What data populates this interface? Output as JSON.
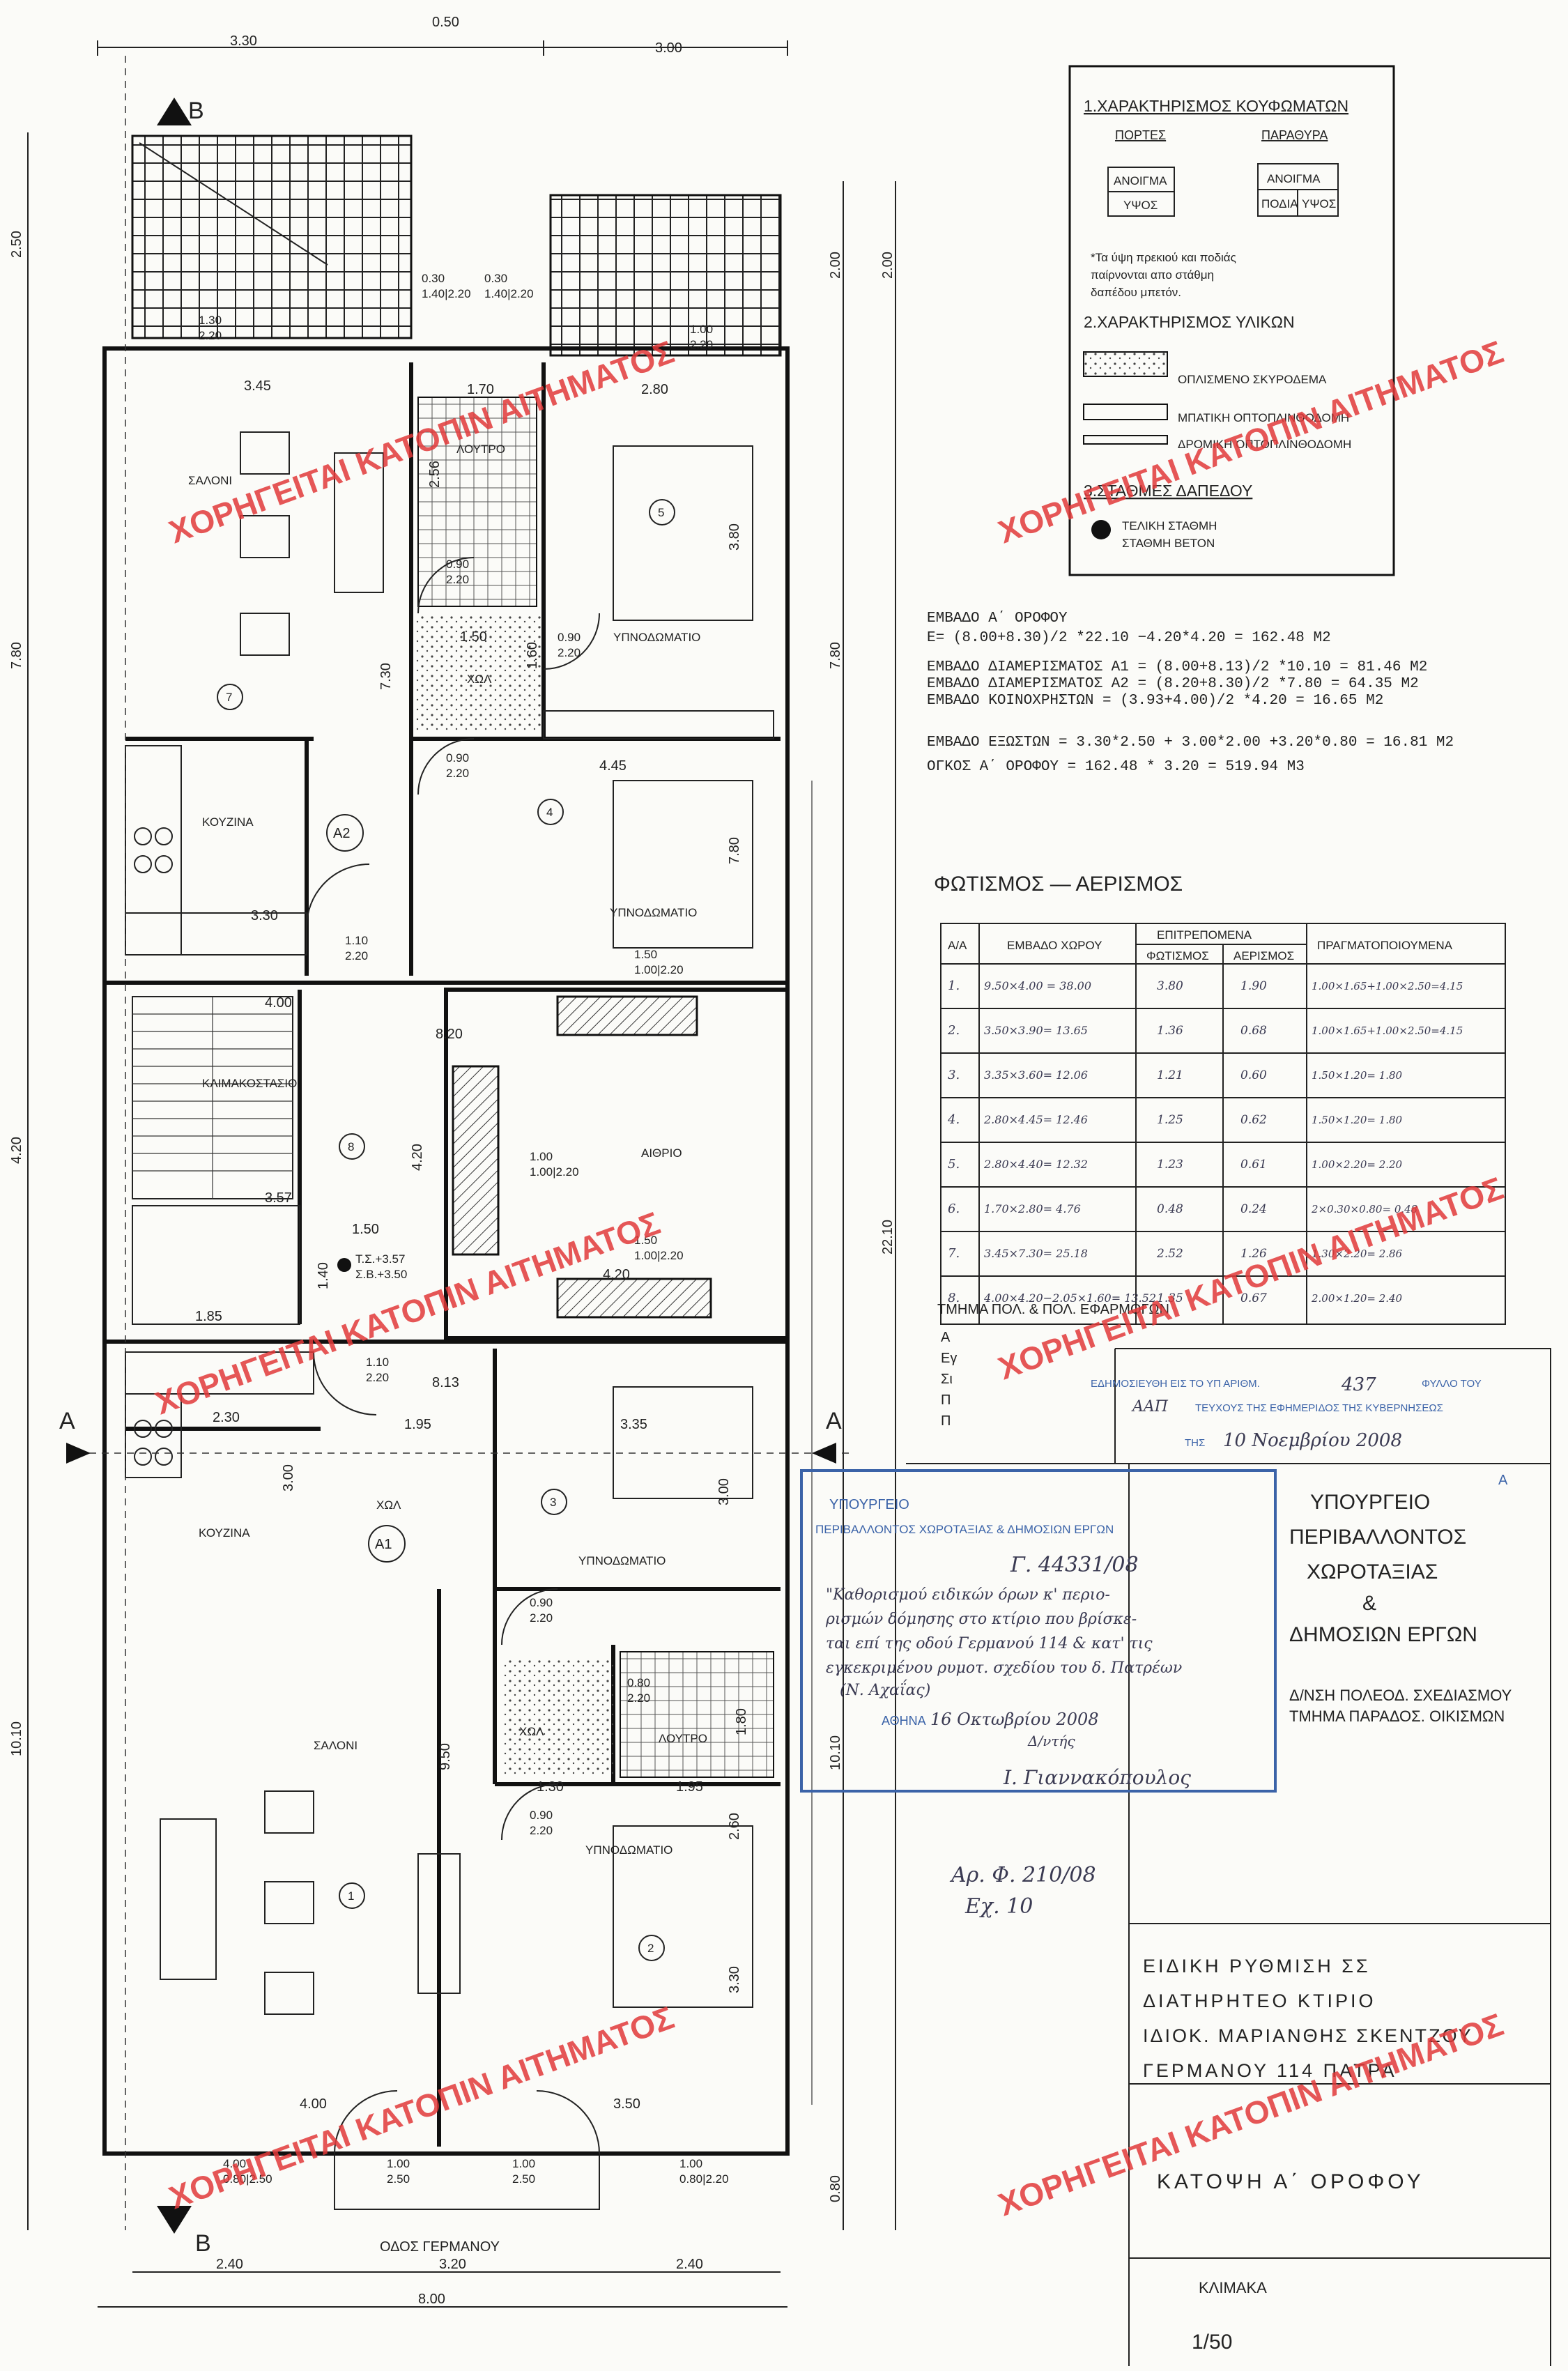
{
  "dims": {
    "top_left": "3.30",
    "top_right": "3.00",
    "top_tiny": "0.50",
    "left_250": "2.50",
    "left_780": "7.80",
    "left_420": "4.20",
    "left_1010": "10.10",
    "right_200a": "2.00",
    "right_200b": "2.00",
    "right_780": "7.80",
    "right_2210": "22.10",
    "right_1010": "10.10",
    "right_080": "0.80",
    "bottom_240a": "2.40",
    "bottom_320": "3.20",
    "bottom_240b": "2.40",
    "bottom_800": "8.00",
    "d345": "3.45",
    "d170": "1.70",
    "d280": "2.80",
    "d150a": "1.50",
    "d445": "4.45",
    "d330": "3.30",
    "d400a": "4.00",
    "d820": "8.20",
    "d357": "3.57",
    "d150b": "1.50",
    "d420": "4.20",
    "d185": "1.85",
    "d813": "8.13",
    "d230": "2.30",
    "d195a": "1.95",
    "d335": "3.35",
    "d130": "1.30",
    "d195b": "1.95",
    "d400b": "4.00",
    "d350": "3.50",
    "v256": "2.56",
    "v380": "3.80",
    "v730": "7.30",
    "v160": "1.60",
    "v780": "7.80",
    "v420": "4.20",
    "v140": "1.40",
    "v300a": "3.00",
    "v300b": "3.00",
    "v950": "9.50",
    "v180": "1.80",
    "v330": "3.30",
    "v260": "2.60"
  },
  "rooms": {
    "saloni_top": "ΣΑΛΟΝΙ",
    "loutro_top": "ΛΟΥΤΡΟ",
    "ypnod_5": "ΥΠΝΟΔΩΜΑΤΙΟ",
    "xol_top": "ΧΩΛ",
    "kouzina_top": "ΚΟΥΖΙΝΑ",
    "ypnod_4": "ΥΠΝΟΔΩΜΑΤΙΟ",
    "klimakostasio": "ΚΛΙΜΑΚΟΣΤΑΣΙΟ",
    "aithrio": "ΑΙΘΡΙΟ",
    "kouzina_bot": "ΚΟΥΖΙΝΑ",
    "xol_bot": "ΧΩΛ",
    "ypnod_3": "ΥΠΝΟΔΩΜΑΤΙΟ",
    "xol_mid": "ΧΩΛ",
    "loutro_bot": "ΛΟΥΤΡΟ",
    "saloni_bot": "ΣΑΛΟΝΙ",
    "ypnod_2": "ΥΠΝΟΔΩΜΑΤΙΟ",
    "n7": "7",
    "n5": "5",
    "n4": "4",
    "n8": "8",
    "n3": "3",
    "n1": "1",
    "n2": "2",
    "a1": "A1",
    "a2": "A2"
  },
  "openings": {
    "w_130_220": [
      "1.30",
      "2.20"
    ],
    "w_100_220": [
      "1.00",
      "2.20"
    ],
    "w_030_140": [
      "0.30",
      "1.40|2.20"
    ],
    "w_030_140b": [
      "0.30",
      "1.40|2.20"
    ],
    "d_090_220a": [
      "0.90",
      "2.20"
    ],
    "d_090_220b": [
      "0.90",
      "2.20"
    ],
    "d_090_220c": [
      "0.90",
      "2.20"
    ],
    "d_110_220a": [
      "1.10",
      "2.20"
    ],
    "w_150_100": [
      "1.50",
      "1.00|2.20"
    ],
    "w_100_220c": [
      "1.00",
      "1.00|2.20"
    ],
    "w_150_100b": [
      "1.50",
      "1.00|2.20"
    ],
    "d_110_220b": [
      "1.10",
      "2.20"
    ],
    "d_090_220d": [
      "0.90",
      "2.20"
    ],
    "d_080_220": [
      "0.80",
      "2.20"
    ],
    "d_090_220e": [
      "0.90",
      "2.20"
    ],
    "w_100_250a": [
      "1.00",
      "2.50"
    ],
    "w_100_250b": [
      "1.00",
      "2.50"
    ],
    "w_100_080": [
      "1.00",
      "0.80|2.20"
    ],
    "w_400_080": [
      "4.00",
      "0.80|2.50"
    ]
  },
  "levels": {
    "top": "T.Σ.+3.57",
    "bottom": "Σ.Β.+3.50"
  },
  "section_marks": {
    "b": "B",
    "a": "A"
  },
  "street": "ΟΔΟΣ ΓΕΡΜΑΝΟΥ",
  "legend": {
    "h1": "1.ΧΑΡΑΚΤΗΡΙΣΜΟΣ ΚΟΥΦΩΜΑΤΩΝ",
    "portes": "ΠΟΡΤΕΣ",
    "parathyra": "ΠΑΡΑΘΥΡΑ",
    "door_top": "ΑΝΟΙΓΜΑ",
    "door_bot": "ΥΨΟΣ",
    "win_top": "ΑΝΟΙΓΜΑ",
    "win_bl": "ΠΟΔΙΑ",
    "win_br": "ΥΨΟΣ",
    "note_1": "*Τα ύψη πρεκιού και ποδιάς",
    "note_2": "παίρνονται απο στάθμη",
    "note_3": "δαπέδου μπετόν.",
    "h2": "2.ΧΑΡΑΚΤΗΡΙΣΜΟΣ ΥΛΙΚΩΝ",
    "m1": "ΟΠΛΙΣΜΕΝΟ ΣΚΥΡΟΔΕΜΑ",
    "m2": "ΜΠΑΤΙΚΗ ΟΠΤΟΠΛΙΝΘΟΔΟΜΗ",
    "m3": "ΔΡΟΜΙΚΗ ΟΠΤΟΠΛΙΝΘΟΔΟΜΗ",
    "h3": "3.ΣΤΑΘΜΕΣ ΔΑΠΕΔΟΥ",
    "s1": "ΤΕΛΙΚΗ ΣΤΑΘΜΗ",
    "s2": "ΣΤΑΘΜΗ ΒΕΤΟΝ"
  },
  "areas": [
    "ΕΜΒΑΔΟ  Α΄ ΟΡΟΦΟΥ",
    "Ε= (8.00+8.30)/2 *22.10 −4.20*4.20 = 162.48 M2",
    "ΕΜΒΑΔΟ ΔΙΑΜΕΡΙΣΜΑΤΟΣ Α1 = (8.00+8.13)/2 *10.10 = 81.46 M2",
    "ΕΜΒΑΔΟ ΔΙΑΜΕΡΙΣΜΑΤΟΣ Α2 = (8.20+8.30)/2 *7.80 = 64.35 M2",
    "ΕΜΒΑΔΟ ΚΟΙΝΟΧΡΗΣΤΩΝ    = (3.93+4.00)/2 *4.20  = 16.65 M2",
    "ΕΜΒΑΔΟ ΕΞΩΣΤΩΝ = 3.30*2.50 + 3.00*2.00 +3.20*0.80 = 16.81 M2",
    "ΟΓΚΟΣ Α΄ ΟΡΟΦΟΥ = 162.48 * 3.20 = 519.94 M3"
  ],
  "lighting": {
    "title": "ΦΩΤΙΣΜΟΣ — ΑΕΡΙΣΜΟΣ",
    "h_aa": "Α/Α",
    "h_area": "ΕΜΒΑΔΟ ΧΩΡΟΥ",
    "h_allowed": "ΕΠΙΤΡΕΠΟΜΕΝΑ",
    "h_light": "ΦΩΤΙΣΜΟΣ",
    "h_vent": "ΑΕΡΙΣΜΟΣ",
    "h_real": "ΠΡΑΓΜΑΤΟΠΟΙΟΥΜΕΝΑ",
    "rows": [
      [
        "1.",
        "9.50×4.00 = 38.00",
        "3.80",
        "1.90",
        "1.00×1.65+1.00×2.50=4.15"
      ],
      [
        "2.",
        "3.50×3.90= 13.65",
        "1.36",
        "0.68",
        "1.00×1.65+1.00×2.50=4.15"
      ],
      [
        "3.",
        "3.35×3.60= 12.06",
        "1.21",
        "0.60",
        "1.50×1.20= 1.80"
      ],
      [
        "4.",
        "2.80×4.45= 12.46",
        "1.25",
        "0.62",
        "1.50×1.20= 1.80"
      ],
      [
        "5.",
        "2.80×4.40= 12.32",
        "1.23",
        "0.61",
        "1.00×2.20= 2.20"
      ],
      [
        "6.",
        "1.70×2.80= 4.76",
        "0.48",
        "0.24",
        "2×0.30×0.80= 0.48"
      ],
      [
        "7.",
        "3.45×7.30= 25.18",
        "2.52",
        "1.26",
        "1.30×2.20= 2.86"
      ],
      [
        "8.",
        "4.00×4.20−2.05×1.60= 13.52",
        "1.35",
        "0.67",
        "2.00×1.20= 2.40"
      ]
    ]
  },
  "tmima": [
    "ΤΜΗΜΑ ΠΟΛ. & ΠΟΛ. ΕΦΑΡΜΟΓΩΝ",
    "Α",
    "Εγ",
    "Σι",
    "Π",
    "Π"
  ],
  "stamp": {
    "line1": "ΥΠΟΥΡΓΕΙΟ",
    "line2": "ΠΕΡΙΒΑΛΛΟΝΤΟΣ ΧΩΡΟΤΑΞΙΑΣ & ΔΗΜΟΣΙΩΝ ΕΡΓΩΝ",
    "protocol": "Γ. 44331/08",
    "hw1": "\"Καθορισμού ειδικών όρων κ' περιο-",
    "hw2": "ρισμών δόμησης στο κτίριο που βρίσκε-",
    "hw3": "ται επί της οδού Γερμανού 114 & κατ' τις",
    "hw4": "εγκεκριμένου ρυμοτ. σχεδίου του δ. Πατρέων",
    "hw5": "(Ν. Αχαΐας)",
    "city": "ΑΘΗΝΑ",
    "date": "16 Οκτωβρίου 2008",
    "role": "Δ/ντής",
    "signature": "Ι. Γιαννακόπουλος"
  },
  "gazette": {
    "line1": "ΕΔΗΜΟΣΙΕΥΘΗ ΕΙΣ ΤΟ ΥΠ ΑΡΙΘΜ.",
    "num": "437",
    "line1b": "ΦΥΛΛΟ ΤΟΥ",
    "series": "ΑΑΠ",
    "line2": "ΤΕΥΧΟΥΣ ΤΗΣ ΕΦΗΜΕΡΙΔΟΣ ΤΗΣ ΚΥΒΕΡΝΗΣΕΩΣ",
    "line3": "ΤΗΣ",
    "date": "10 Νοεμβρίου 2008",
    "mark": "Α"
  },
  "ministry": {
    "l1": "ΥΠΟΥΡΓΕΙΟ",
    "l2": "ΠΕΡΙΒΑΛΛΟΝΤΟΣ",
    "l3": "ΧΩΡΟΤΑΞΙΑΣ",
    "l4": "&",
    "l5": "ΔΗΜΟΣΙΩΝ ΕΡΓΩΝ",
    "l6": "Δ/ΝΣΗ ΠΟΛΕΟΔ. ΣΧΕΔΙΑΣΜΟΥ",
    "l7": "ΤΜΗΜΑ ΠΑΡΑΔΟΣ. ΟΙΚΙΣΜΩΝ"
  },
  "hand_ref": [
    "Αρ. Φ. 210/08",
    "Εχ. 10"
  ],
  "title_block": {
    "l1": "ΕΙΔΙΚΗ ΡΥΘΜΙΣΗ ΣΣ",
    "l2": "ΔΙΑΤΗΡΗΤΕΟ ΚΤΙΡΙΟ",
    "l3": "ΙΔΙΟΚ. ΜΑΡΙΑΝΘΗΣ ΣΚΕΝΤΖΟΥ",
    "l4": "ΓΕΡΜΑΝΟΥ 114 ΠΑΤΡΑ",
    "drawing": "ΚΑΤΟΨΗ Α΄ ΟΡΟΦΟΥ",
    "scale_label": "ΚΛΙΜΑΚΑ",
    "scale": "1/50"
  },
  "watermark": "ΧΟΡΗΓΕΙΤΑΙ ΚΑΤΟΠΙΝ ΑΙΤΗΜΑΤΟΣ",
  "colors": {
    "watermark": "#e23a3a",
    "stamp_blue": "#3b63a8",
    "ink": "#1a1a1a"
  }
}
